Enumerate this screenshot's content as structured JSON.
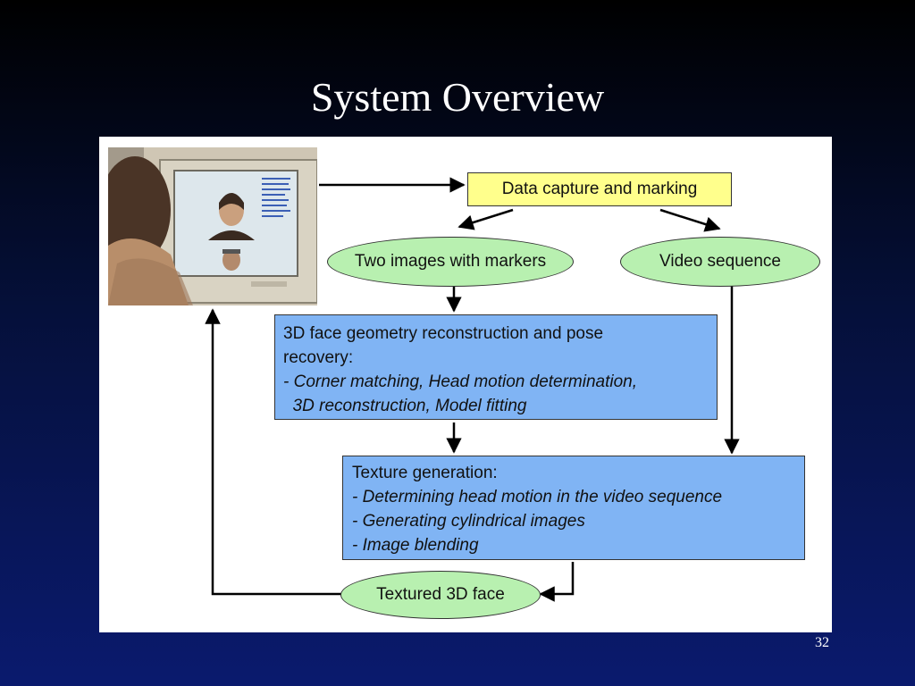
{
  "slide": {
    "title": "System Overview",
    "page_number": "32"
  },
  "diagram": {
    "photo_caption_icon": "person-at-monitor-photo",
    "data_capture": "Data capture and marking",
    "two_images": "Two images with markers",
    "video_sequence": "Video sequence",
    "reconstruction": {
      "heading_line1": "3D face geometry reconstruction and pose",
      "heading_line2": "recovery:",
      "item1": "- Corner matching, Head motion determination,",
      "item2": "  3D reconstruction, Model fitting"
    },
    "texture": {
      "heading": "Texture generation:",
      "item1": "- Determining head motion in the video sequence",
      "item2": "- Generating cylindrical images",
      "item3": "- Image blending"
    },
    "textured_face": "Textured 3D face"
  }
}
